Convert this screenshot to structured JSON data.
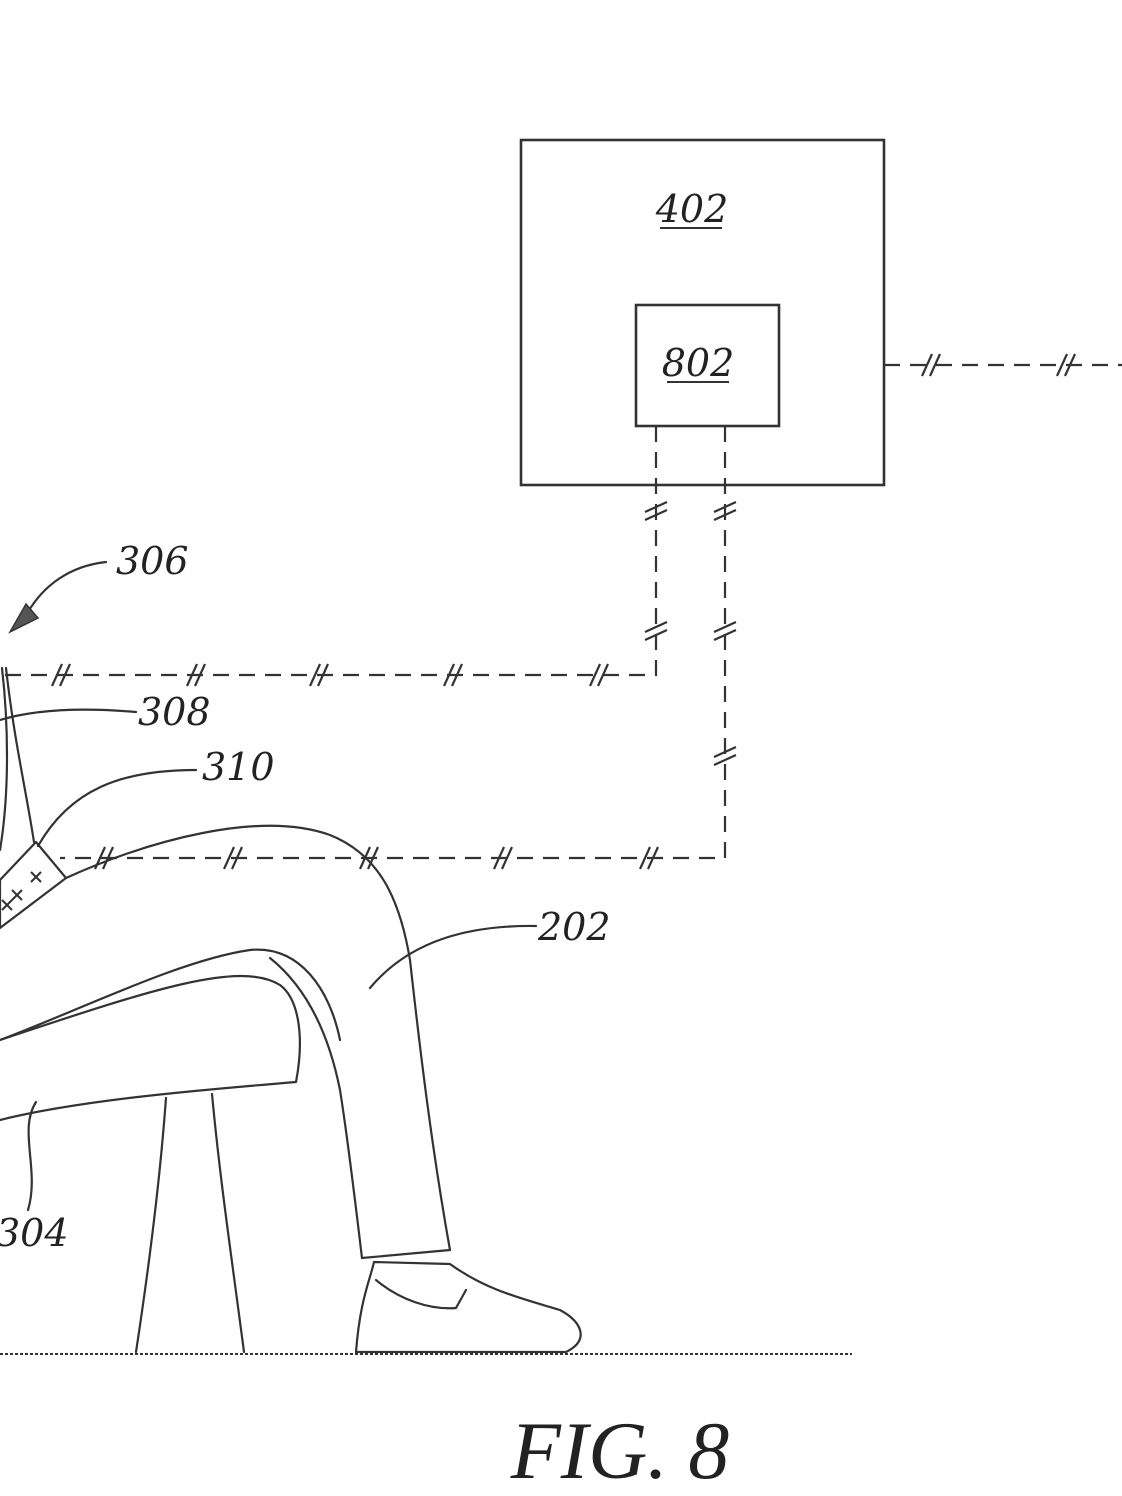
{
  "figure": {
    "caption": "FIG. 8",
    "labels": {
      "box_outer": "402",
      "box_inner": "802",
      "arrow_ref": "306",
      "lead_308": "308",
      "lead_310": "310",
      "lead_202": "202",
      "lead_304": "304"
    }
  }
}
